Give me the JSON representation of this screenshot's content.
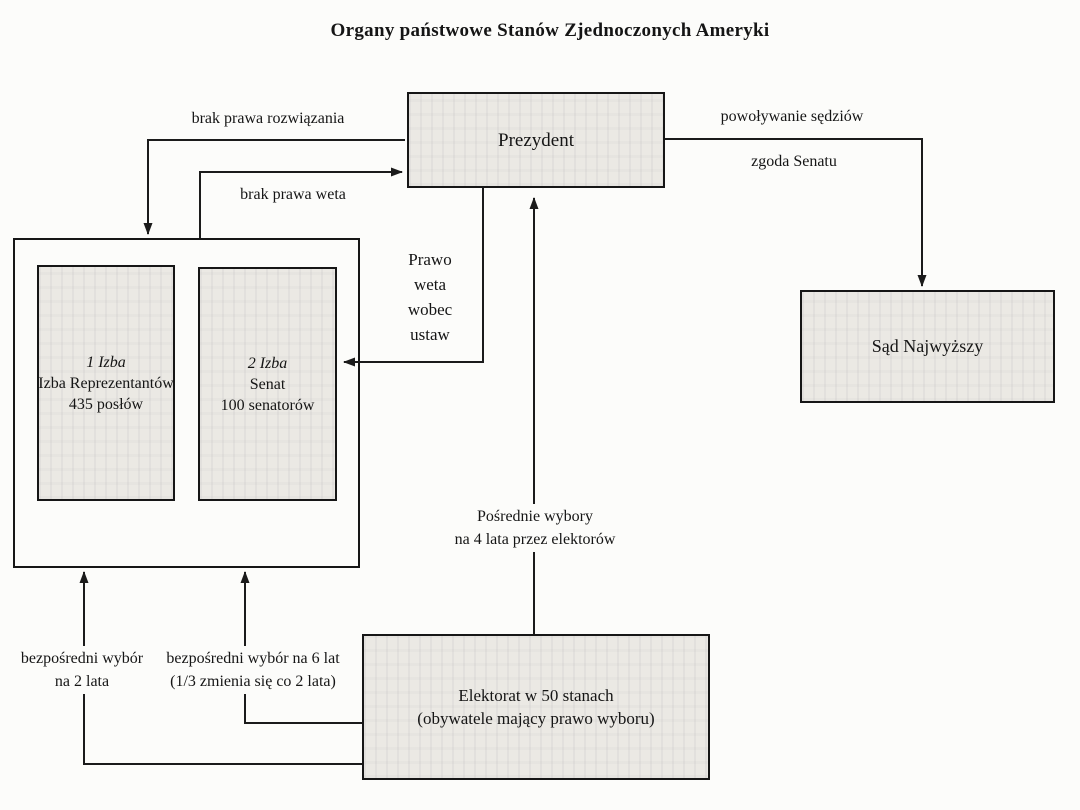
{
  "page": {
    "title": "Organy państwowe Stanów Zjednoczonych Ameryki"
  },
  "nodes": {
    "prezydent": {
      "label": "Prezydent"
    },
    "sad_najwyzszy": {
      "label": "Sąd Najwyższy"
    },
    "parlament": {
      "izba_1": {
        "title": "1 Izba",
        "name": "Izba Reprezentantów",
        "size": "435 posłów"
      },
      "izba_2": {
        "title": "2 Izba",
        "name": "Senat",
        "size": "100 senatorów"
      }
    },
    "elektorat": {
      "line1": "Elektorat w 50 stanach",
      "line2": "(obywatele mający prawo wyboru)"
    }
  },
  "edge_labels": {
    "brak_prawa_rozwiazania": "brak prawa rozwiązania",
    "brak_prawa_weta": "brak prawa weta",
    "powolywanie_sedziow": "powoływanie sędziów",
    "zgoda_senatu": "zgoda Senatu",
    "prawo_weta": "Prawo\nweta\nwobec\nustaw",
    "posrednie_wybory": "Pośrednie wybory\nna 4 lata przez elektorów",
    "bezposredni_wybor_2": "bezpośredni wybór\nna 2 lata",
    "bezposredni_wybor_6": "bezpośredni wybór na 6 lat\n(1/3 zmienia się co 2 lata)"
  },
  "colors": {
    "line": "#1b1b1b",
    "box_fill": "#ebe9e4",
    "paper": "#fcfcfa",
    "text": "#151515"
  }
}
